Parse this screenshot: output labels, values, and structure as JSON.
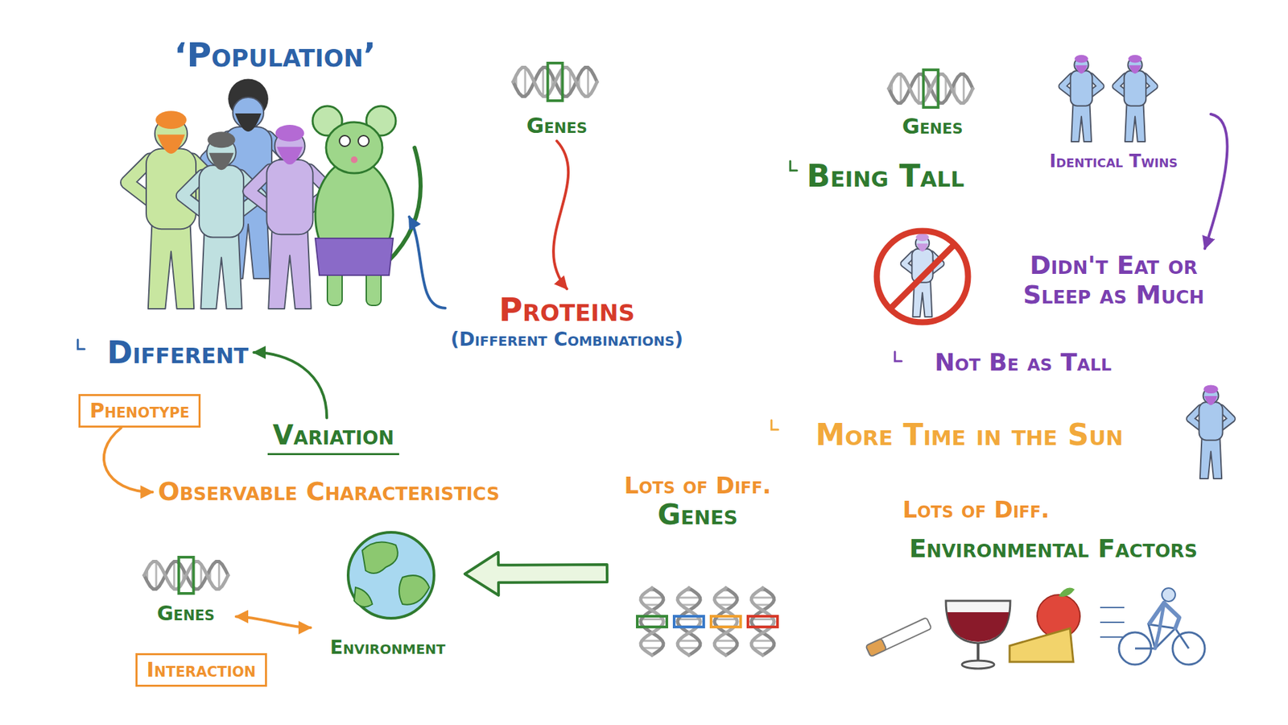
{
  "diagram": {
    "nodes": [
      {
        "text": [
          "‘Population’"
        ]
      },
      {
        "text": [
          "Genes"
        ]
      },
      {
        "text": [
          "Proteins",
          "(Different Combinations)"
        ]
      },
      {
        "text": [
          "Identical Twins"
        ]
      },
      {
        "text": [
          "Didn't Eat or Sleep as Much"
        ]
      },
      {
        "text": [
          "Different"
        ]
      },
      {
        "text": [
          "Phenotype"
        ]
      },
      {
        "text": [
          "Variation"
        ]
      },
      {
        "text": [
          "Observable Characteristics"
        ]
      },
      {
        "text": [
          "Genes"
        ]
      },
      {
        "text": [
          "Environment"
        ]
      },
      {
        "text": [
          "Lots of Diff.",
          "Genes"
        ]
      },
      {
        "text": [
          "Interaction"
        ]
      }
    ],
    "edges": [
      {
        "from": 1,
        "to": 2,
        "arrow": "to"
      },
      {
        "from": 2,
        "to": 0,
        "arrow": "to"
      },
      {
        "from": 3,
        "to": 4,
        "arrow": "to"
      },
      {
        "from": 7,
        "to": 5,
        "arrow": "to"
      },
      {
        "from": 6,
        "to": 8,
        "arrow": "to"
      },
      {
        "from": 9,
        "to": 10,
        "arrow": "both"
      },
      {
        "from": 11,
        "to": 10,
        "arrow": "to"
      }
    ],
    "labels": [
      "Genes",
      "Being Tall",
      "Not Be as Tall",
      "More Time in the Sun",
      "Lots of Diff.",
      "Environmental Factors"
    ]
  }
}
